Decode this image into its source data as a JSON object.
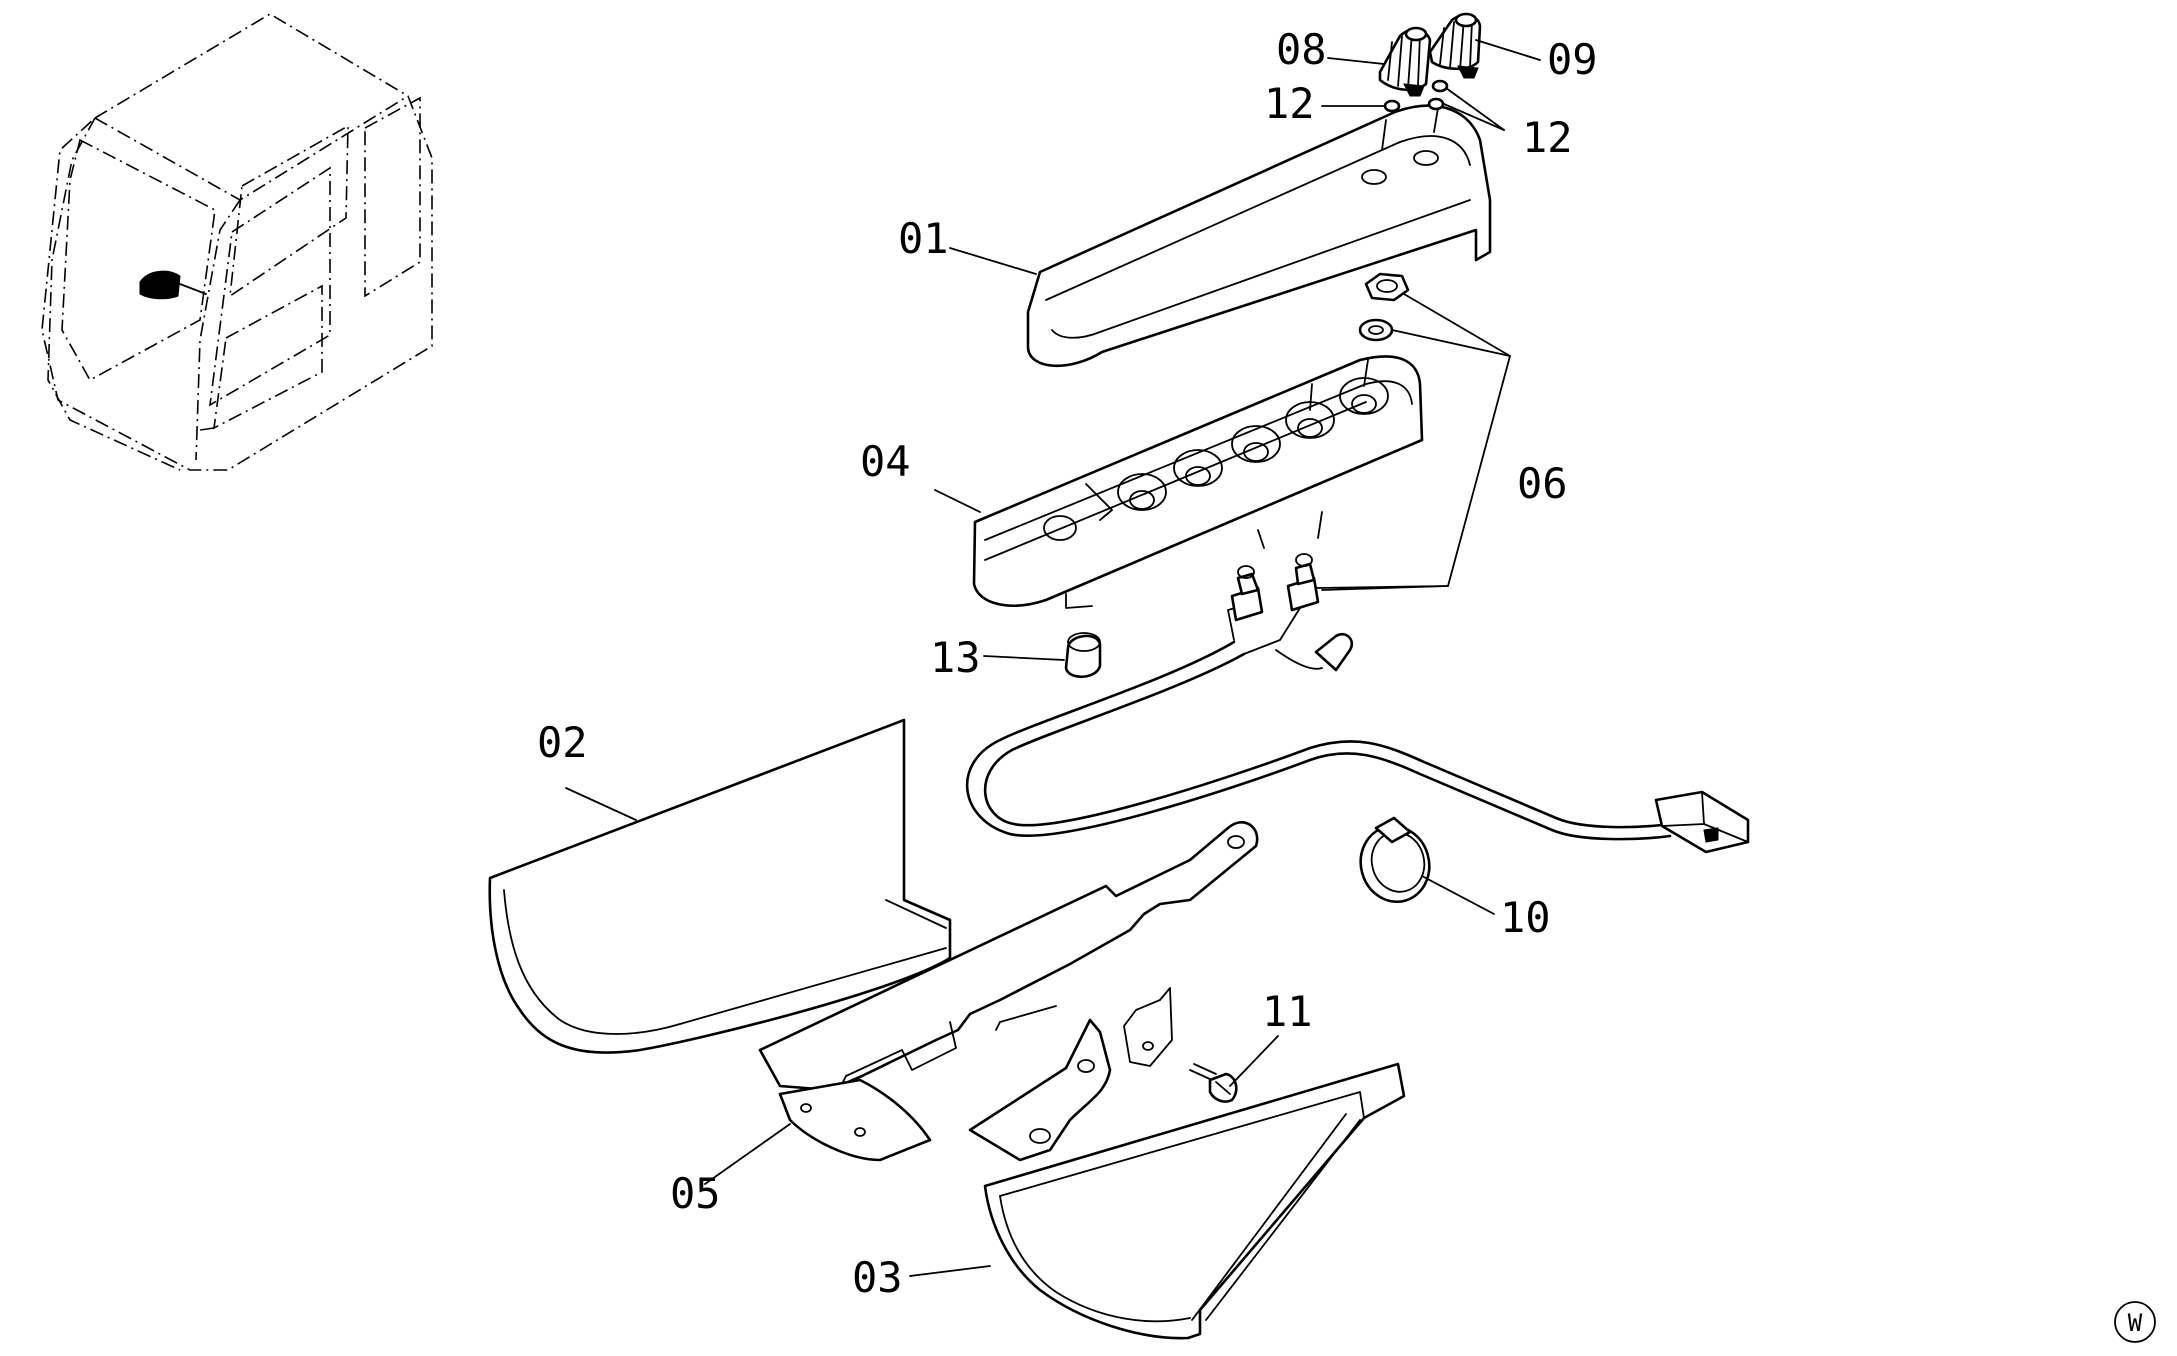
{
  "labels": {
    "p01": "01",
    "p02": "02",
    "p03": "03",
    "p04": "04",
    "p05": "05",
    "p06": "06",
    "p08": "08",
    "p09": "09",
    "p10": "10",
    "p11": "11",
    "p12a": "12",
    "p12b": "12",
    "p13": "13"
  },
  "corner_mark": "W",
  "colors": {
    "line": "#000000",
    "background": "#ffffff"
  }
}
